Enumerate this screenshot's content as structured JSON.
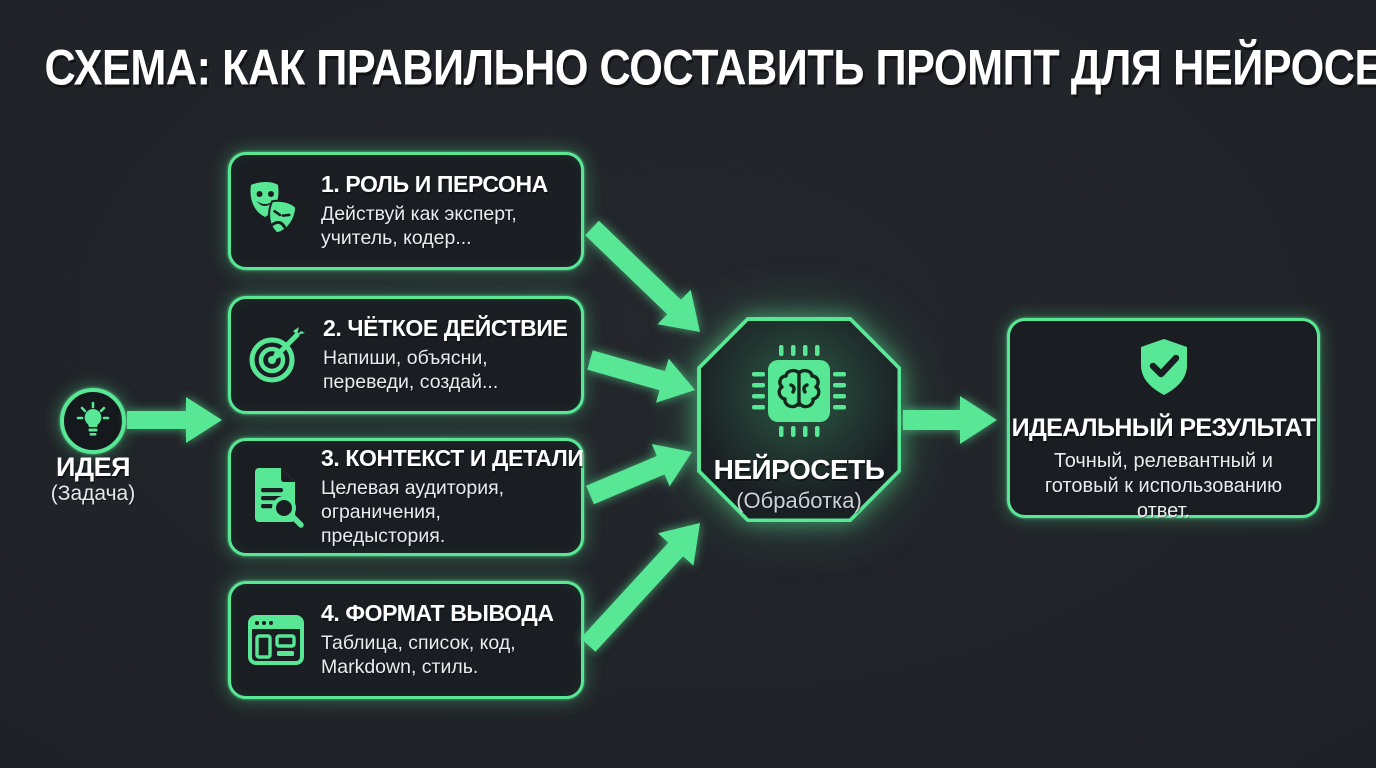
{
  "page": {
    "title": "СХЕМА: КАК ПРАВИЛЬНО СОСТАВИТЬ ПРОМПТ ДЛЯ НЕЙРОСЕТИ"
  },
  "colors": {
    "background": "#1f2227",
    "accent_green": "#58e795",
    "card_background": "#1a1e23",
    "text_primary": "#ffffff",
    "text_secondary": "#e9ecee",
    "text_muted": "#ccd2d5"
  },
  "input_node": {
    "icon": "lightbulb-icon",
    "label": "ИДЕЯ",
    "sublabel": "(Задача)"
  },
  "steps": [
    {
      "icon": "theater-masks-icon",
      "title": "1. РОЛЬ И ПЕРСОНА",
      "description": "Действуй как эксперт, учитель, кодер..."
    },
    {
      "icon": "target-dart-icon",
      "title": "2. ЧЁТКОЕ ДЕЙСТВИЕ",
      "description": "Напиши, объясни, переведи, создай..."
    },
    {
      "icon": "document-search-icon",
      "title": "3. КОНТЕКСТ И ДЕТАЛИ",
      "description": "Целевая аудитория, ограничения, предыстория."
    },
    {
      "icon": "browser-layout-icon",
      "title": "4. ФОРМАТ ВЫВОДА",
      "description": "Таблица, список, код, Markdown, стиль."
    }
  ],
  "processor_node": {
    "icon": "chip-brain-icon",
    "title": "НЕЙРОСЕТЬ",
    "subtitle": "(Обработка)"
  },
  "result_node": {
    "icon": "shield-check-icon",
    "title": "ИДЕАЛЬНЫЙ РЕЗУЛЬТАТ",
    "description": "Точный, релевантный и готовый к использованию ответ."
  },
  "flow_connections": [
    {
      "from": "ИДЕЯ",
      "to": "блоки промпта"
    },
    {
      "from": "1. РОЛЬ И ПЕРСОНА",
      "to": "НЕЙРОСЕТЬ"
    },
    {
      "from": "2. ЧЁТКОЕ ДЕЙСТВИЕ",
      "to": "НЕЙРОСЕТЬ"
    },
    {
      "from": "3. КОНТЕКСТ И ДЕТАЛИ",
      "to": "НЕЙРОСЕТЬ"
    },
    {
      "from": "4. ФОРМАТ ВЫВОДА",
      "to": "НЕЙРОСЕТЬ"
    },
    {
      "from": "НЕЙРОСЕТЬ",
      "to": "ИДЕАЛЬНЫЙ РЕЗУЛЬТАТ"
    }
  ]
}
